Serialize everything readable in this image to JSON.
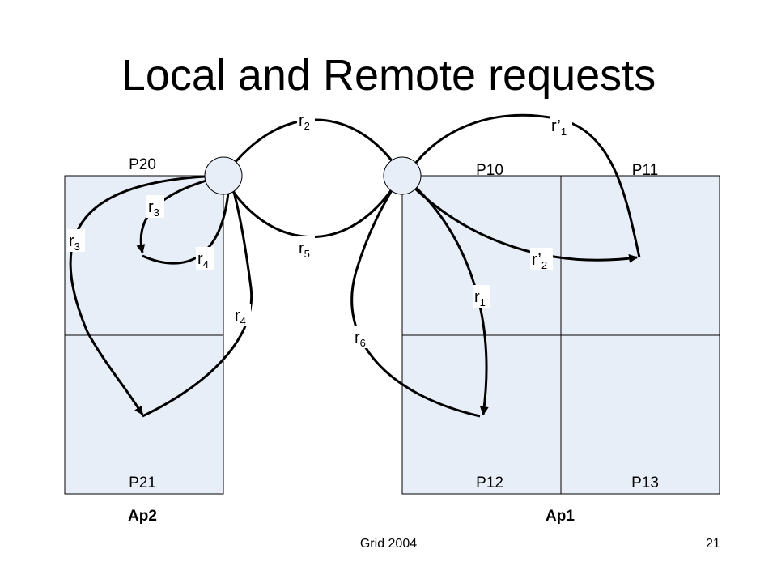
{
  "slide": {
    "title": "Local and Remote requests",
    "footer_left": "Grid 2004",
    "footer_right": "21"
  },
  "colors": {
    "panel_fill": "#e8eef8",
    "line": "#000000",
    "label_box": "#ffffff"
  },
  "partitions": {
    "p20": "P20",
    "p21": "P21",
    "p10": "P10",
    "p11": "P11",
    "p12": "P12",
    "p13": "P13"
  },
  "apps": {
    "ap2": "Ap2",
    "ap1": "Ap1"
  },
  "requests": {
    "r2": {
      "base": "r",
      "sub": "2"
    },
    "r5": {
      "base": "r",
      "sub": "5"
    },
    "r3a": {
      "base": "r",
      "sub": "3"
    },
    "r3b": {
      "base": "r",
      "sub": "3"
    },
    "r4a": {
      "base": "r",
      "sub": "4"
    },
    "r4b": {
      "base": "r",
      "sub": "4"
    },
    "r1": {
      "base": "r",
      "sub": "1"
    },
    "r6": {
      "base": "r",
      "sub": "6"
    },
    "rp1": {
      "base": "r’",
      "sub": "1"
    },
    "rp2": {
      "base": "r’",
      "sub": "2"
    }
  }
}
